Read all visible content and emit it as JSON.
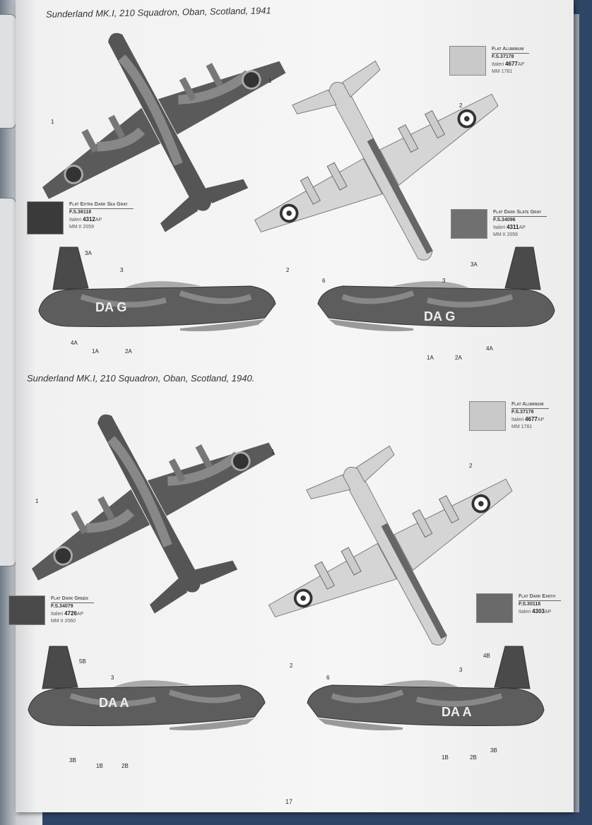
{
  "sections": [
    {
      "title": "Sunderland MK.I, 210 Squadron, Oban, Scotland, 1941",
      "code": "DA G",
      "swatches": [
        {
          "name": "Flat Aluminium",
          "fs": "F.S.37178",
          "italeri_label": "Italeri",
          "italeri": "4677",
          "suffix": "AP",
          "mm": "MM 1781",
          "color": "#c9c9c9"
        },
        {
          "name": "Flat Extra Dark Sea Gray",
          "fs": "F.S.36118",
          "italeri_label": "Italeri",
          "italeri": "4312",
          "suffix": "AP",
          "mm": "MM II 2059",
          "color": "#3a3a3a"
        },
        {
          "name": "Flat Dark Slate Gray",
          "fs": "F.S.34096",
          "italeri_label": "Italeri",
          "italeri": "4311",
          "suffix": "AP",
          "mm": "MM II 2056",
          "color": "#707070"
        }
      ],
      "callouts": [
        "1",
        "1",
        "2",
        "2",
        "3A",
        "3",
        "6",
        "3",
        "3A",
        "4A",
        "1A",
        "2A",
        "1A",
        "2A",
        "4A"
      ]
    },
    {
      "title": "Sunderland MK.I, 210 Squadron, Oban, Scotland, 1940.",
      "code": "DA A",
      "swatches": [
        {
          "name": "Flat Aluminium",
          "fs": "F.S.37178",
          "italeri_label": "Italeri",
          "italeri": "4677",
          "suffix": "AP",
          "mm": "MM 1781",
          "color": "#c9c9c9"
        },
        {
          "name": "Flat Dark Green",
          "fs": "F.S.34079",
          "italeri_label": "Italeri",
          "italeri": "4726",
          "suffix": "AP",
          "mm": "MM II 2060",
          "color": "#4a4a4a"
        },
        {
          "name": "Flat Dark Earth",
          "fs": "F.S.30118",
          "italeri_label": "Italeri",
          "italeri": "4303",
          "suffix": "AP",
          "mm": "",
          "color": "#6a6a6a"
        }
      ],
      "callouts": [
        "1",
        "1",
        "2",
        "2",
        "5B",
        "3",
        "6",
        "3",
        "4B",
        "3B",
        "1B",
        "2B",
        "1B",
        "2B",
        "3B"
      ]
    }
  ],
  "page_number": "17"
}
